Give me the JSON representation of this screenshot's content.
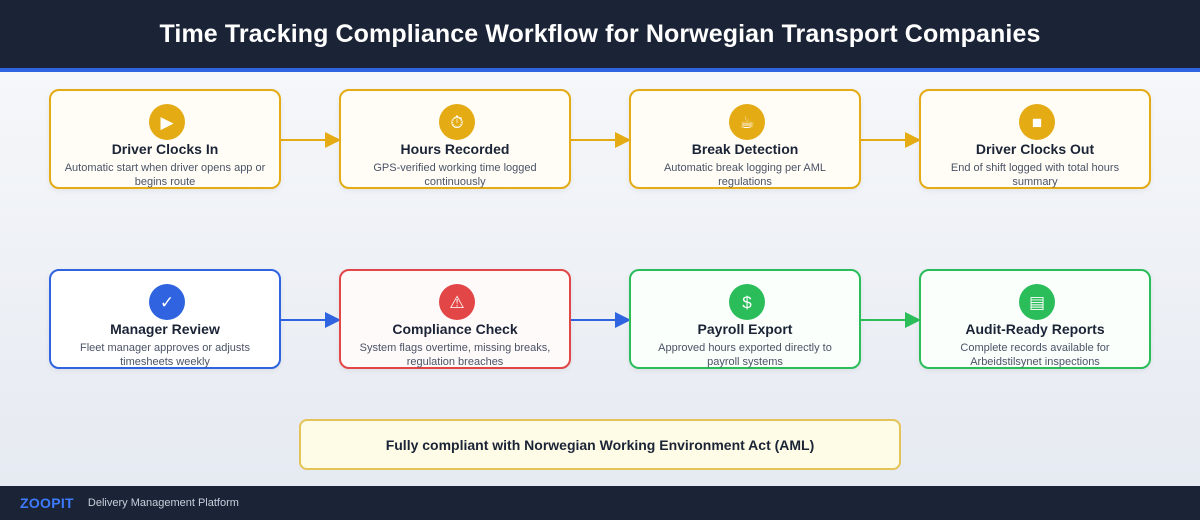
{
  "header": {
    "title": "Time Tracking Compliance Workflow for Norwegian Transport Companies"
  },
  "steps": [
    {
      "title": "Driver Clocks In",
      "desc": "Automatic start when driver opens app or begins route",
      "icon": "play-icon",
      "glyph": "▶",
      "color": "#e4ab14"
    },
    {
      "title": "Hours Recorded",
      "desc": "GPS-verified working time logged continuously",
      "icon": "stopwatch-icon",
      "glyph": "⏱",
      "color": "#e4ab14"
    },
    {
      "title": "Break Detection",
      "desc": "Automatic break logging per AML regulations",
      "icon": "coffee-icon",
      "glyph": "☕",
      "color": "#e4ab14"
    },
    {
      "title": "Driver Clocks Out",
      "desc": "End of shift logged with total hours summary",
      "icon": "stop-icon",
      "glyph": "■",
      "color": "#e4ab14"
    },
    {
      "title": "Manager Review",
      "desc": "Fleet manager approves or adjusts timesheets weekly",
      "icon": "checkmark-icon",
      "glyph": "✓",
      "color": "#2f63e0"
    },
    {
      "title": "Compliance Check",
      "desc": "System flags overtime, missing breaks, regulation breaches",
      "icon": "warning-icon",
      "glyph": "⚠",
      "color": "#e24646"
    },
    {
      "title": "Payroll Export",
      "desc": "Approved hours exported directly to payroll systems",
      "icon": "money-bag-icon",
      "glyph": "$",
      "color": "#2bbd5a"
    },
    {
      "title": "Audit-Ready Reports",
      "desc": "Complete records available for Arbeidstilsynet inspections",
      "icon": "document-icon",
      "glyph": "▤",
      "color": "#2bbd5a"
    }
  ],
  "note": {
    "text": "Fully compliant with Norwegian Working Environment Act (AML)"
  },
  "footer": {
    "brand": "ZOOPIT",
    "tagline": "Delivery Management Platform"
  }
}
